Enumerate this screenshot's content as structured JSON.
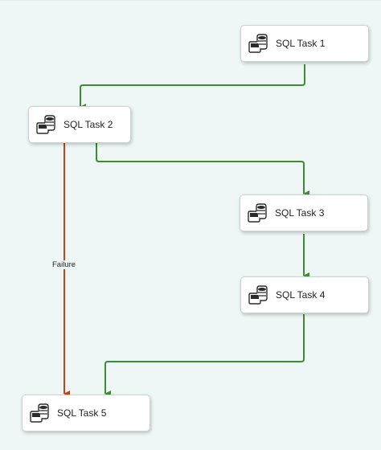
{
  "tasks": [
    {
      "id": "task1",
      "label": "SQL Task 1",
      "icon": "sql-task-icon"
    },
    {
      "id": "task2",
      "label": "SQL Task 2",
      "icon": "sql-task-icon"
    },
    {
      "id": "task3",
      "label": "SQL Task 3",
      "icon": "sql-task-icon"
    },
    {
      "id": "task4",
      "label": "SQL Task 4",
      "icon": "sql-task-icon"
    },
    {
      "id": "task5",
      "label": "SQL Task 5",
      "icon": "sql-task-icon"
    }
  ],
  "connectors": [
    {
      "from": "SQL Task 1",
      "to": "SQL Task 2",
      "type": "success",
      "color": "#3c8f2e"
    },
    {
      "from": "SQL Task 2",
      "to": "SQL Task 3",
      "type": "success",
      "color": "#3c8f2e"
    },
    {
      "from": "SQL Task 3",
      "to": "SQL Task 4",
      "type": "success",
      "color": "#3c8f2e"
    },
    {
      "from": "SQL Task 4",
      "to": "SQL Task 5",
      "type": "success",
      "color": "#3c8f2e"
    },
    {
      "from": "SQL Task 2",
      "to": "SQL Task 5",
      "type": "failure",
      "color": "#c0461c",
      "label": "Failure"
    }
  ],
  "colors": {
    "canvas_background": "#eef6f6",
    "success": "#3c8f2e",
    "failure": "#c0461c"
  }
}
